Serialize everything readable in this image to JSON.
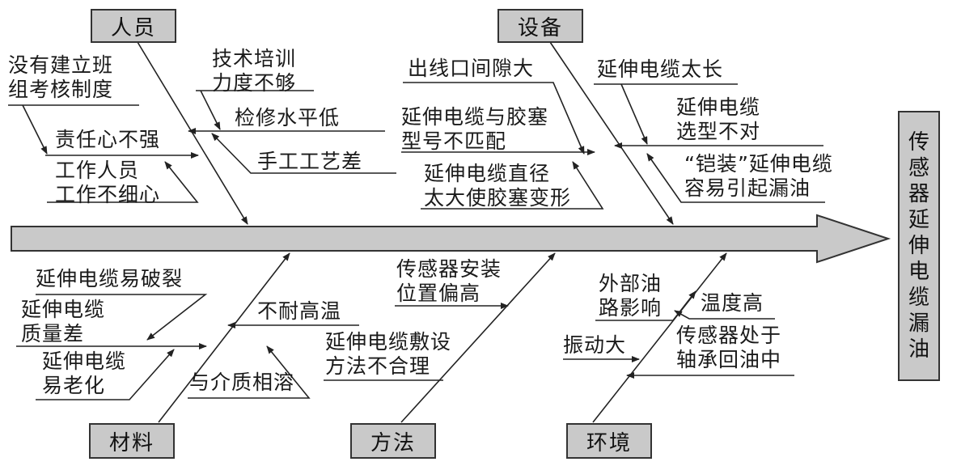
{
  "effect": "传感器延伸电缆漏油",
  "categories": {
    "people": "人员",
    "equipment": "设备",
    "materials": "材料",
    "method": "方法",
    "environment": "环境"
  },
  "causes": {
    "people": {
      "no_team_assessment": [
        "没有建立班",
        "组考核制度"
      ],
      "low_responsibility": "责任心不强",
      "careless_work": [
        "工作人员",
        "工作不细心"
      ],
      "insufficient_training": [
        "技术培训",
        "力度不够"
      ],
      "low_maintenance_skill": "检修水平低",
      "poor_craftsmanship": "手工工艺差"
    },
    "equipment": {
      "outlet_gap_large": "出线口间隙大",
      "cable_plug_mismatch": [
        "延伸电缆与胶塞",
        "型号不匹配"
      ],
      "cable_diameter_too_large": [
        "延伸电缆直径",
        "太大使胶塞变形"
      ],
      "cable_too_long": "延伸电缆太长",
      "wrong_cable_type": [
        "延伸电缆",
        "选型不对"
      ],
      "armored_cable_leak": [
        "“铠装”延伸电缆",
        "容易引起漏油"
      ]
    },
    "materials": {
      "cable_fragile": "延伸电缆易破裂",
      "cable_poor_quality": [
        "延伸电缆",
        "质量差"
      ],
      "cable_ages_easily": [
        "延伸电缆",
        "易老化"
      ],
      "not_heat_resistant": "不耐高温",
      "dissolves_in_medium": "与介质相溶"
    },
    "method": {
      "sensor_position_high": [
        "传感器安装",
        "位置偏高"
      ],
      "cable_laying_improper": [
        "延伸电缆敷设",
        "方法不合理"
      ]
    },
    "environment": {
      "external_oil_path": [
        "外部油",
        "路影响"
      ],
      "high_temperature": "温度高",
      "large_vibration": "振动大",
      "sensor_in_oil_return": [
        "传感器处于",
        "轴承回油中"
      ]
    }
  }
}
